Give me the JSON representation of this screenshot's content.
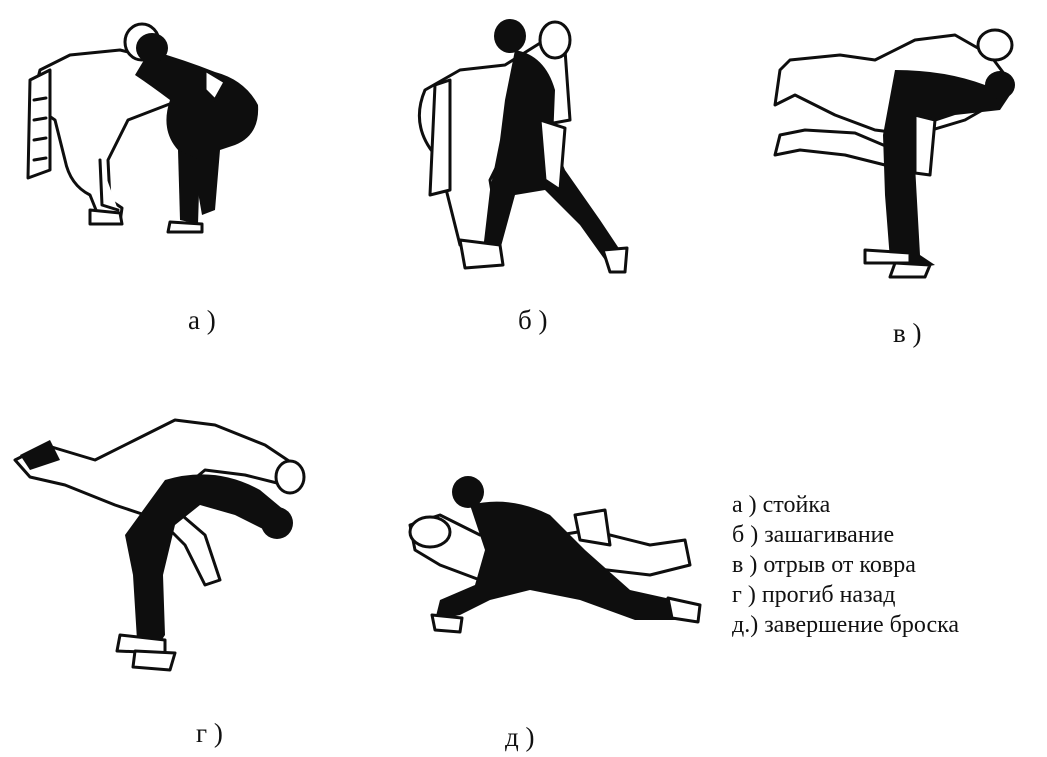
{
  "figures": [
    {
      "id": "a",
      "caption": "а )"
    },
    {
      "id": "b",
      "caption": "б )"
    },
    {
      "id": "v",
      "caption": "в )"
    },
    {
      "id": "g",
      "caption": "г )"
    },
    {
      "id": "d",
      "caption": "д )"
    }
  ],
  "legend": [
    "а ) стойка",
    "б ) зашагивание",
    "в ) отрыв от ковра",
    "г ) прогиб назад",
    "д.) завершение броска"
  ]
}
